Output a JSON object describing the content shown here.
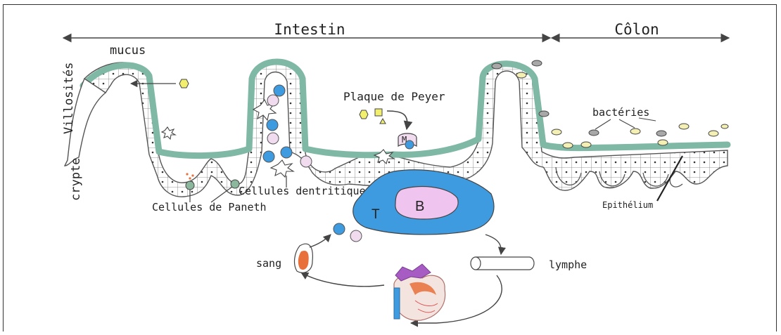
{
  "labels": {
    "intestin": "Intestin",
    "colon": "Côlon",
    "mucus": "mucus",
    "villosites": "Villosités",
    "crypte": "crypte",
    "plaque_peyer": "Plaque de Peyer",
    "m_cell": "M",
    "bacteries": "bactéries",
    "cellules_dentritiques": "Cellules dentritiques",
    "cellules_paneth": "Cellules de Paneth",
    "epithelium": "Epithélium",
    "t_zone": "T",
    "b_zone": "B",
    "sang": "sang",
    "lymphe": "lymphe"
  },
  "colors": {
    "mucus_layer": "#7fb8a4",
    "lymph_node": "#3f9be0",
    "b_follicle": "#efc4ef",
    "lymphocyte_blue": "#3f9be0",
    "lymphocyte_pink": "#f1dcef",
    "antigen_yellow": "#f3ef6e",
    "bacteria_yellow": "#f4f0b4",
    "bacteria_grey": "#a8a8a8",
    "blood_vessel": "#e8703a"
  }
}
